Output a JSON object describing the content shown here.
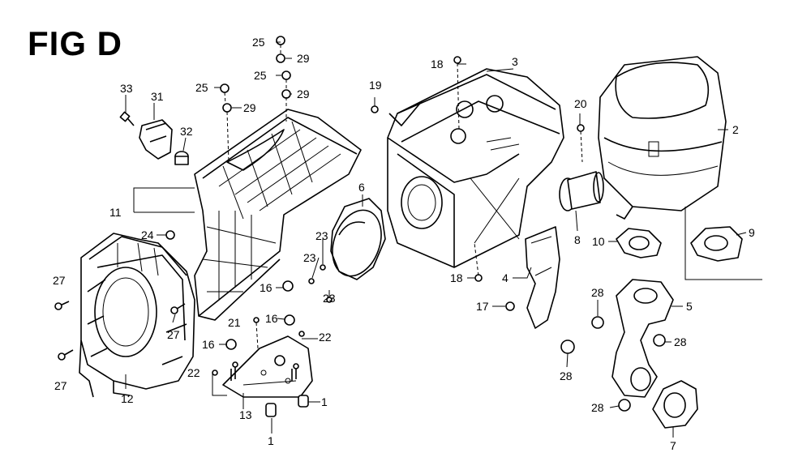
{
  "figure": {
    "title": "FIG D"
  },
  "callouts": [
    {
      "id": "c33",
      "text": "33"
    },
    {
      "id": "c31",
      "text": "31"
    },
    {
      "id": "c32",
      "text": "32"
    },
    {
      "id": "c25a",
      "text": "25"
    },
    {
      "id": "c29a",
      "text": "29"
    },
    {
      "id": "c25b",
      "text": "25"
    },
    {
      "id": "c29b",
      "text": "29"
    },
    {
      "id": "c25c",
      "text": "25"
    },
    {
      "id": "c29c",
      "text": "29"
    },
    {
      "id": "c11",
      "text": "11"
    },
    {
      "id": "c24",
      "text": "24"
    },
    {
      "id": "c27a",
      "text": "27"
    },
    {
      "id": "c27b",
      "text": "27"
    },
    {
      "id": "c27c",
      "text": "27"
    },
    {
      "id": "c12",
      "text": "12"
    },
    {
      "id": "c6",
      "text": "6"
    },
    {
      "id": "c23a",
      "text": "23"
    },
    {
      "id": "c23b",
      "text": "23"
    },
    {
      "id": "c23c",
      "text": "23"
    },
    {
      "id": "c16a",
      "text": "16"
    },
    {
      "id": "c16b",
      "text": "16"
    },
    {
      "id": "c16c",
      "text": "16"
    },
    {
      "id": "c21",
      "text": "21"
    },
    {
      "id": "c22a",
      "text": "22"
    },
    {
      "id": "c22b",
      "text": "22"
    },
    {
      "id": "c13",
      "text": "13"
    },
    {
      "id": "c1a",
      "text": "1"
    },
    {
      "id": "c1b",
      "text": "1"
    },
    {
      "id": "c18a",
      "text": "18"
    },
    {
      "id": "c19",
      "text": "19"
    },
    {
      "id": "c3",
      "text": "3"
    },
    {
      "id": "c18b",
      "text": "18"
    },
    {
      "id": "c4",
      "text": "4"
    },
    {
      "id": "c17",
      "text": "17"
    },
    {
      "id": "c20",
      "text": "20"
    },
    {
      "id": "c2",
      "text": "2"
    },
    {
      "id": "c8",
      "text": "8"
    },
    {
      "id": "c10",
      "text": "10"
    },
    {
      "id": "c9",
      "text": "9"
    },
    {
      "id": "c28a",
      "text": "28"
    },
    {
      "id": "c5",
      "text": "5"
    },
    {
      "id": "c28b",
      "text": "28"
    },
    {
      "id": "c28c",
      "text": "28"
    },
    {
      "id": "c28d",
      "text": "28"
    },
    {
      "id": "c7",
      "text": "7"
    }
  ]
}
